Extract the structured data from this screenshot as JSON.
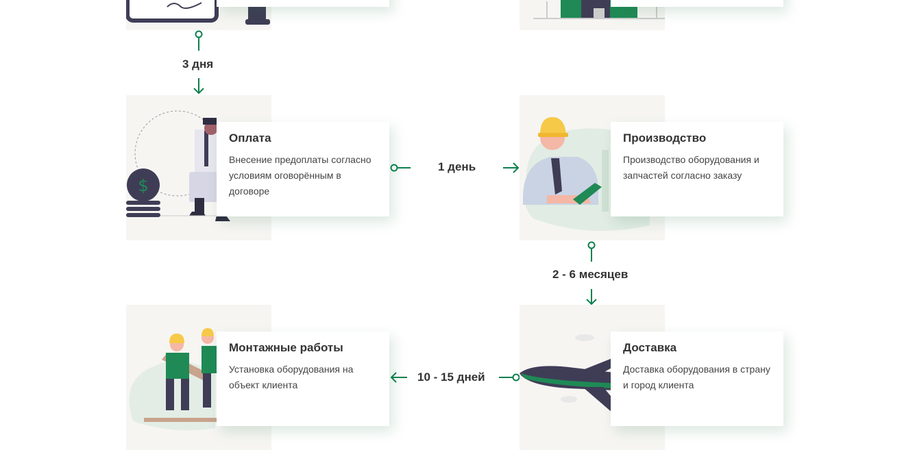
{
  "steps": [
    {
      "title": "Оплата",
      "desc": "Внесение предоплаты согласно условиям оговорённым в договоре"
    },
    {
      "title": "Производство",
      "desc": "Производство оборудования и запчастей согласно заказу"
    },
    {
      "title": "Монтажные работы",
      "desc": "Установка оборудования на объект клиента"
    },
    {
      "title": "Доставка",
      "desc": "Доставка оборудования в страну и город клиента"
    }
  ],
  "durations": {
    "to_payment": "3 дня",
    "to_production": "1 день",
    "to_delivery": "2 - 6 месяцев",
    "to_installation": "10 - 15 дней"
  },
  "colors": {
    "accent": "#0d7f4d",
    "dark": "#3f3d56",
    "tile": "#f6f5f2"
  },
  "icons": [
    "dollar-coin-icon",
    "hardhat-worker-icon",
    "airplane-icon",
    "workers-icon"
  ]
}
